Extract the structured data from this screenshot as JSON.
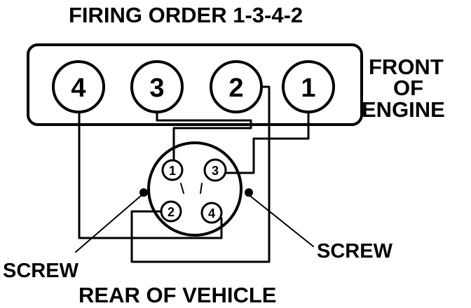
{
  "title": "FIRING ORDER 1-3-4-2",
  "front_label": [
    "FRONT",
    "OF",
    "ENGINE"
  ],
  "rear_label": "REAR OF VEHICLE",
  "screw_left": "SCREW",
  "screw_right": "SCREW",
  "cylinders": [
    "4",
    "3",
    "2",
    "1"
  ],
  "distributor_terminals": [
    "1",
    "3",
    "2",
    "4"
  ]
}
